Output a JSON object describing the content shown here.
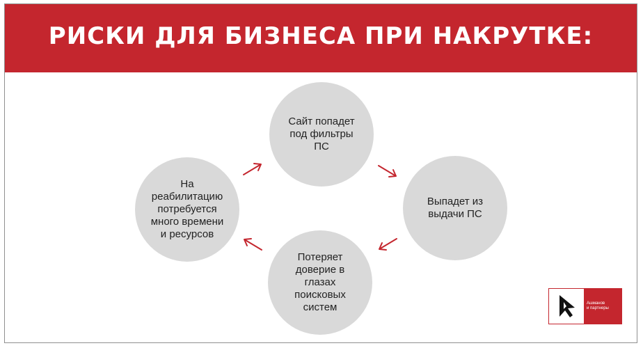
{
  "header": {
    "title": "РИСКИ ДЛЯ БИЗНЕСА ПРИ НАКРУТКЕ:"
  },
  "cycle": {
    "nodes": [
      {
        "text": "Сайт попадет\nпод фильтры\nПС"
      },
      {
        "text": "Выпадет из\nвыдачи ПС"
      },
      {
        "text": "Потеряет\nдоверие в\nглазах\nпоисковых\nсистем"
      },
      {
        "text": "На\nреабилитацию\nпотребуется\nмного времени\nи ресурсов"
      }
    ],
    "arrow_icon": "arrow-icon"
  },
  "logo": {
    "icon": "cursor-arrow-icon",
    "line1": "Ашманов",
    "line2": "и партнеры"
  },
  "colors": {
    "brand_red": "#c4262e",
    "circle_fill": "#d9d9d9",
    "text": "#222222"
  }
}
